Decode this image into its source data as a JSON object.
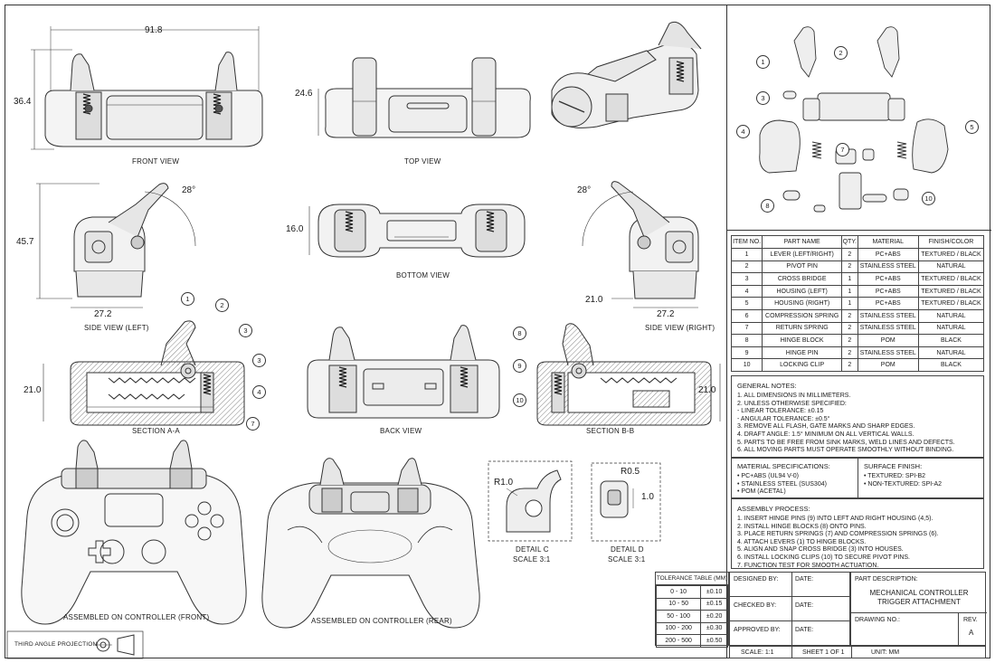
{
  "views": {
    "front": "FRONT VIEW",
    "top": "TOP VIEW",
    "side_left": "SIDE VIEW (LEFT)",
    "bottom": "BOTTOM VIEW",
    "side_right": "SIDE VIEW (RIGHT)",
    "section_aa": "SECTION A-A",
    "back": "BACK VIEW",
    "section_bb": "SECTION B-B",
    "assembled_front": "ASSEMBLED ON CONTROLLER (FRONT)",
    "assembled_rear": "ASSEMBLED ON CONTROLLER (REAR)"
  },
  "dimensions": {
    "width_front": "91.8",
    "height_front": "36.4",
    "height_top": "24.6",
    "height_side_left": "45.7",
    "angle_left": "28°",
    "depth_left": "27.2",
    "height_bottom": "16.0",
    "angle_right": "28°",
    "offset_right": "21.0",
    "depth_right": "27.2",
    "section_left": "21.0",
    "section_right": "21.0",
    "detail_c_radius": "R1.0",
    "detail_d_radius": "R0.5",
    "detail_d_height": "1.0"
  },
  "details": {
    "c_title": "DETAIL C",
    "c_scale": "SCALE 3:1",
    "d_title": "DETAIL D",
    "d_scale": "SCALE 3:1"
  },
  "balloons_aa": [
    "1",
    "2",
    "3",
    "3",
    "4",
    "7"
  ],
  "balloons_bb": [
    "8",
    "9",
    "10"
  ],
  "balloons_exploded": [
    "1",
    "2",
    "3",
    "4",
    "5",
    "7",
    "8",
    "10"
  ],
  "projection": {
    "label": "THIRD ANGLE PROJECTION"
  },
  "bom": {
    "headers": [
      "ITEM NO.",
      "PART NAME",
      "QTY.",
      "MATERIAL",
      "FINISH/COLOR"
    ],
    "rows": [
      [
        "1",
        "LEVER (LEFT/RIGHT)",
        "2",
        "PC+ABS",
        "TEXTURED / BLACK"
      ],
      [
        "2",
        "PIVOT PIN",
        "2",
        "STAINLESS STEEL",
        "NATURAL"
      ],
      [
        "3",
        "CROSS BRIDGE",
        "1",
        "PC+ABS",
        "TEXTURED / BLACK"
      ],
      [
        "4",
        "HOUSING (LEFT)",
        "1",
        "PC+ABS",
        "TEXTURED / BLACK"
      ],
      [
        "5",
        "HOUSING (RIGHT)",
        "1",
        "PC+ABS",
        "TEXTURED / BLACK"
      ],
      [
        "6",
        "COMPRESSION SPRING",
        "2",
        "STAINLESS STEEL",
        "NATURAL"
      ],
      [
        "7",
        "RETURN SPRING",
        "2",
        "STAINLESS STEEL",
        "NATURAL"
      ],
      [
        "8",
        "HINGE BLOCK",
        "2",
        "POM",
        "BLACK"
      ],
      [
        "9",
        "HINGE PIN",
        "2",
        "STAINLESS STEEL",
        "NATURAL"
      ],
      [
        "10",
        "LOCKING CLIP",
        "2",
        "POM",
        "BLACK"
      ]
    ]
  },
  "general_notes": {
    "title": "GENERAL NOTES:",
    "lines": [
      "1. ALL DIMENSIONS IN MILLIMETERS.",
      "2. UNLESS OTHERWISE SPECIFIED:",
      "   - LINEAR TOLERANCE: ±0.15",
      "   - ANGULAR TOLERANCE: ±0.5°",
      "3. REMOVE ALL FLASH, GATE MARKS AND SHARP EDGES.",
      "4. DRAFT ANGLE: 1.5° MINIMUM ON ALL VERTICAL WALLS.",
      "5. PARTS TO BE FREE FROM SINK MARKS, WELD LINES AND DEFECTS.",
      "6. ALL MOVING PARTS MUST OPERATE SMOOTHLY WITHOUT BINDING."
    ]
  },
  "material_specs": {
    "title": "MATERIAL SPECIFICATIONS:",
    "lines": [
      "• PC+ABS (UL94 V-0)",
      "• STAINLESS STEEL (SUS304)",
      "• POM (ACETAL)"
    ]
  },
  "surface_finish": {
    "title": "SURFACE FINISH:",
    "lines": [
      "• TEXTURED: SPI-B2",
      "• NON-TEXTURED: SPI-A2"
    ]
  },
  "assembly": {
    "title": "ASSEMBLY PROCESS:",
    "lines": [
      "1. INSERT HINGE PINS (9) INTO LEFT AND RIGHT HOUSING (4,5).",
      "2. INSTALL HINGE BLOCKS (8) ONTO PINS.",
      "3. PLACE RETURN SPRINGS (7) AND COMPRESSION SPRINGS (6).",
      "4. ATTACH LEVERS (1) TO HINGE BLOCKS.",
      "5. ALIGN AND SNAP CROSS BRIDGE (3) INTO HOUSES.",
      "6. INSTALL LOCKING CLIPS (10) TO SECURE PIVOT PINS.",
      "7. FUNCTION TEST FOR SMOOTH ACTUATION."
    ]
  },
  "tolerance": {
    "title": "TOLERANCE TABLE (mm)",
    "rows": [
      [
        "0 - 10",
        "±0.10"
      ],
      [
        "10 - 50",
        "±0.15"
      ],
      [
        "50 - 100",
        "±0.20"
      ],
      [
        "100 - 200",
        "±0.30"
      ],
      [
        "200 - 500",
        "±0.50"
      ]
    ]
  },
  "title_block": {
    "designed_by": "DESIGNED BY:",
    "checked_by": "CHECKED BY:",
    "approved_by": "APPROVED BY:",
    "date1": "DATE:",
    "date2": "DATE:",
    "date3": "DATE:",
    "part_desc_label": "PART DESCRIPTION:",
    "part_desc_1": "MECHANICAL CONTROLLER",
    "part_desc_2": "TRIGGER ATTACHMENT",
    "drawing_no": "DRAWING NO.:",
    "rev_label": "REV.",
    "rev_value": "A",
    "scale": "SCALE: 1:1",
    "sheet": "SHEET 1 OF 1",
    "unit": "UNIT: mm"
  }
}
